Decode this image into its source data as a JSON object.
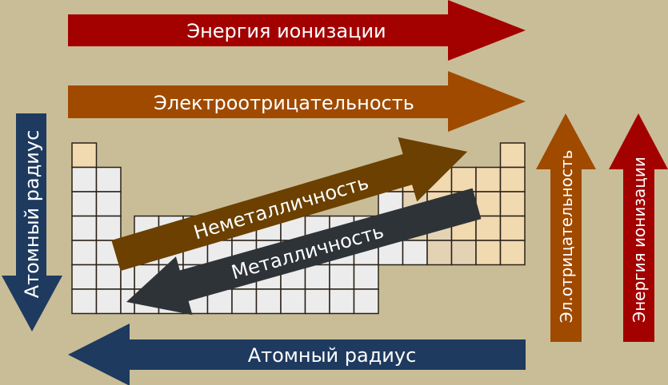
{
  "arrows": {
    "ionization_top": "Энергия ионизации",
    "electronegativity_top": "Электроотрицательность",
    "atomic_radius_left": "Атомный радиус",
    "atomic_radius_bottom": "Атомный радиус",
    "electronegativity_right": "Эл.отрицательность",
    "ionization_right": "Энергия ионизации",
    "nonmetallic": "Неметалличность",
    "metallic": "Металличность"
  },
  "colors": {
    "background": "#c9bd97",
    "ionization": "#a30000",
    "electronegativity": "#a04a00",
    "atomic_radius": "#1e3a5f",
    "nonmetallic": "#6b4000",
    "metallic": "#2e3338",
    "cell_metal": "#ececec",
    "cell_metalloid": "#e3d3b4",
    "cell_nonmetal": "#f1d9b0"
  }
}
